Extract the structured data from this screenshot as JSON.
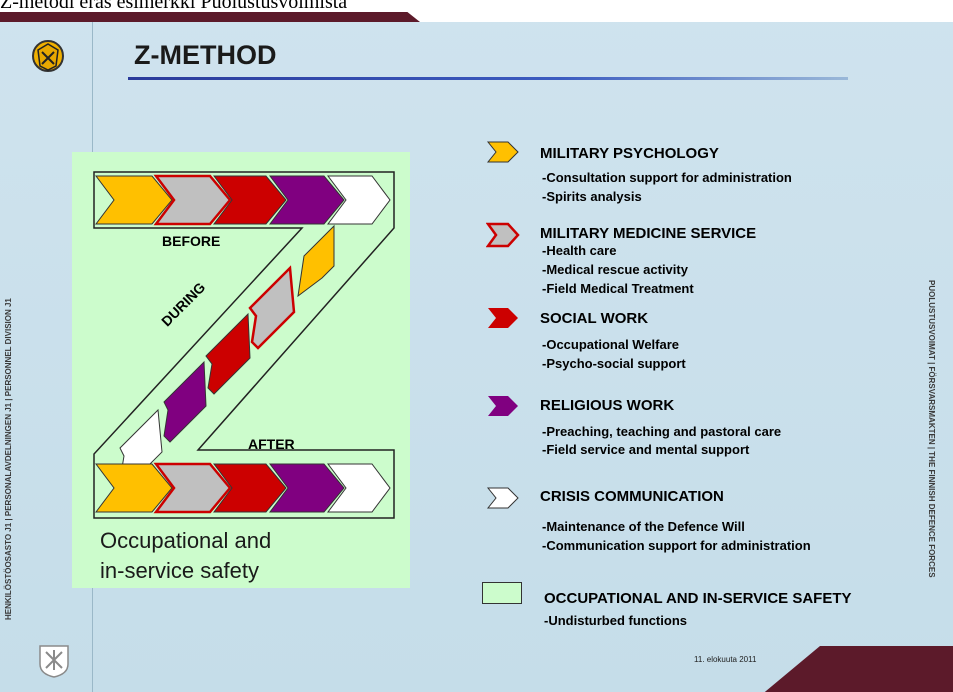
{
  "header": {
    "overlay_text": "Z-metodi eräs esimerkki Puolustusvoimista",
    "title": "Z-METHOD"
  },
  "side_text": {
    "left": "HENKILÖSTÖOSASTO J1 | PERSONALAVDELNINGEN J1 | PERSONNEL DIVISION J1",
    "right": "PUOLUSTUSVOIMAT | FÖRSVARSMAKTEN | THE FINNISH DEFENCE FORCES"
  },
  "diagram": {
    "before_label": "BEFORE",
    "during_label": "DURING",
    "after_label": "AFTER",
    "box_label_line1": "Occupational and",
    "box_label_line2": "in-service safety"
  },
  "legend": {
    "items": [
      {
        "title": "MILITARY PSYCHOLOGY",
        "subs": [
          "-Consultation support for administration",
          "-Spirits analysis"
        ],
        "color": "#ffc000"
      },
      {
        "title": "MILITARY MEDICINE SERVICE",
        "subs": [
          "-Health care",
          "-Medical rescue activity",
          "-Field Medical Treatment"
        ],
        "color": "#c0c0c0"
      },
      {
        "title": "SOCIAL WORK",
        "subs": [
          "-Occupational  Welfare",
          "-Psycho-social support"
        ],
        "color": "#cc0000"
      },
      {
        "title": "RELIGIOUS WORK",
        "subs": [
          "-Preaching, teaching and pastoral care",
          "-Field service and mental support"
        ],
        "color": "#800080"
      },
      {
        "title": "CRISIS COMMUNICATION",
        "subs": [
          "-Maintenance of the Defence Will",
          "-Communication support for administration"
        ],
        "color": "#ffffff"
      },
      {
        "title": "OCCUPATIONAL AND IN-SERVICE SAFETY",
        "subs": [
          "-Undisturbed functions"
        ],
        "color": "#ccfccc"
      }
    ]
  },
  "footer": {
    "date": "11. elokuuta 2011"
  },
  "colors": {
    "yellow": "#ffc000",
    "grey": "#c0c0c0",
    "red": "#cc0000",
    "purple": "#800080",
    "white": "#ffffff",
    "green": "#ccfccc",
    "maroon": "#5c1a2a"
  }
}
